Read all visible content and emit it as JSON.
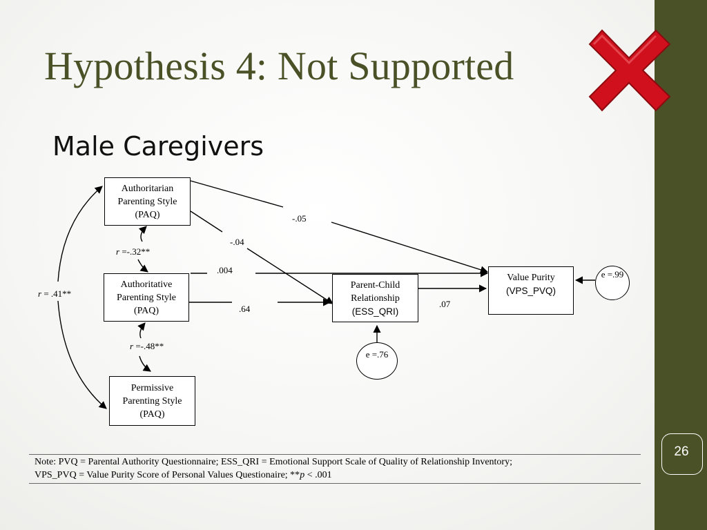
{
  "slide": {
    "title": "Hypothesis 4: Not Supported",
    "subtitle": "Male Caregivers",
    "page_number": "26",
    "colors": {
      "accent": "#4b5127",
      "x_mark": "#d0101c"
    },
    "status_icon": "red-x-mark-icon"
  },
  "diagram": {
    "nodes": {
      "authoritarian": {
        "line1": "Authoritarian",
        "line2": "Parenting Style",
        "line3": "(PAQ)"
      },
      "authoritative": {
        "line1": "Authoritative",
        "line2": "Parenting Style",
        "line3": "(PAQ)"
      },
      "permissive": {
        "line1": "Permissive",
        "line2": "Parenting Style",
        "line3": "(PAQ)"
      },
      "parent_child": {
        "line1": "Parent-Child",
        "line2": "Relationship",
        "line3": "(ESS_QRI)"
      },
      "value_purity": {
        "line1": "Value Purity",
        "line2": "(VPS_PVQ)"
      }
    },
    "errors": {
      "value_purity": "e =.99",
      "parent_child": "e =.76"
    },
    "paths": {
      "authoritarian_to_value": "-.05",
      "authoritarian_to_parent_child": "-.04",
      "authoritative_to_value": ".004",
      "authoritative_to_parent_child": ".64",
      "parent_child_to_value": ".07"
    },
    "correlations": {
      "authoritarian_authoritative": {
        "r": "r",
        "value": " =-.32**"
      },
      "authoritative_permissive": {
        "r": "r",
        "value": " =-.48**"
      },
      "authoritarian_permissive": {
        "r": "r",
        "value": " = .41**"
      }
    }
  },
  "note": {
    "line1": "Note: PVQ = Parental  Authority Questionnaire; ESS_QRI = Emotional Support Scale of Quality of Relationship Inventory;",
    "line2_prefix": "VPS_PVQ = Value Purity Score of Personal Values Questionaire; **",
    "line2_p": "p",
    "line2_suffix": " < .001"
  }
}
